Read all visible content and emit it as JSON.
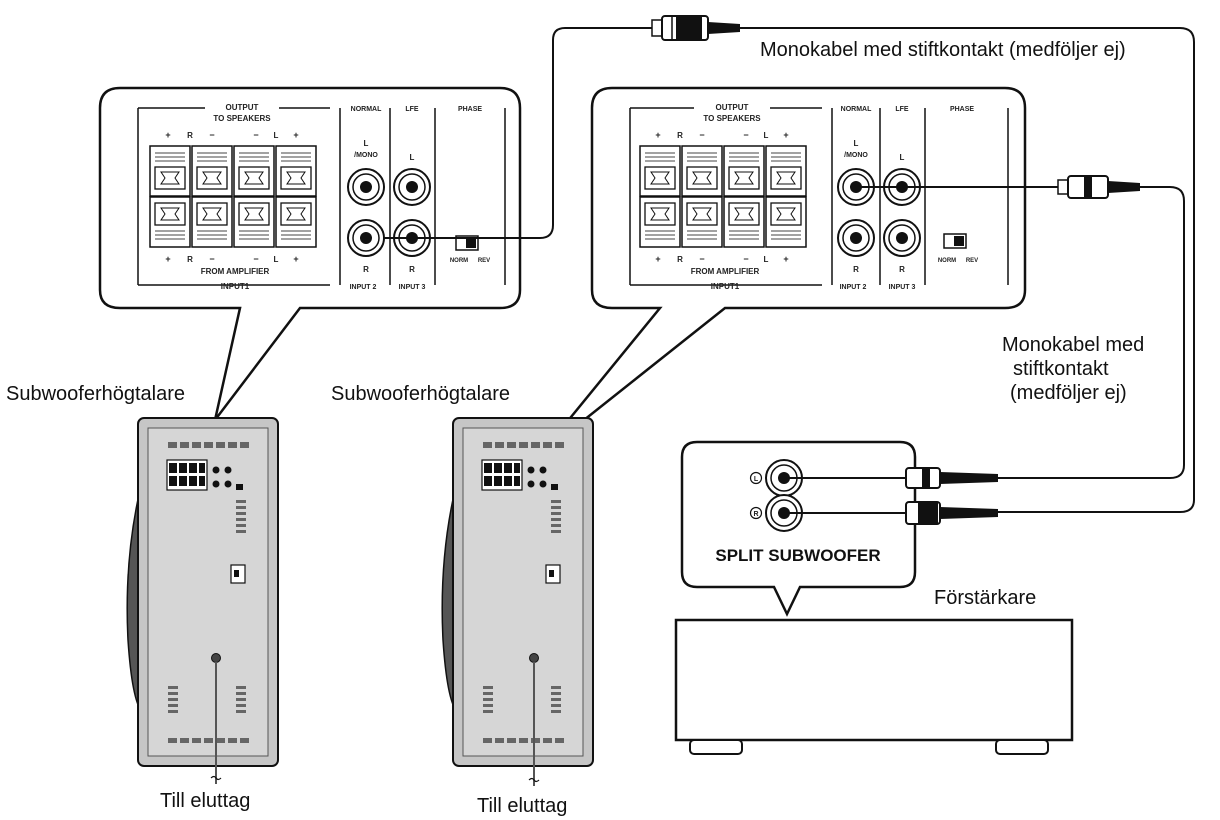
{
  "labels": {
    "cable_top": "Monokabel med stiftkontakt (medföljer ej)",
    "cable_right_1": "Monokabel med",
    "cable_right_2": "stiftkontakt",
    "cable_right_3": "(medföljer ej)",
    "subwoofer_left": "Subwooferhögtalare",
    "subwoofer_right": "Subwooferhögtalare",
    "outlet_left": "Till eluttag",
    "outlet_right": "Till eluttag",
    "amplifier": "Förstärkare",
    "split_subwoofer": "SPLIT SUBWOOFER"
  },
  "panel": {
    "output_line1": "OUTPUT",
    "output_line2": "TO SPEAKERS",
    "normal": "NORMAL",
    "lfe": "LFE",
    "phase": "PHASE",
    "from_amplifier": "FROM AMPLIFIER",
    "input1": "INPUT1",
    "input2": "INPUT 2",
    "input3": "INPUT 3",
    "mono": "/MONO",
    "ch_l": "L",
    "ch_r": "R",
    "norm": "NORM",
    "rev": "REV",
    "plus": "+",
    "minus": "−"
  },
  "colors": {
    "line": "#111111",
    "cabinet": "#d4d4d4",
    "cabinet_side": "#555555"
  }
}
